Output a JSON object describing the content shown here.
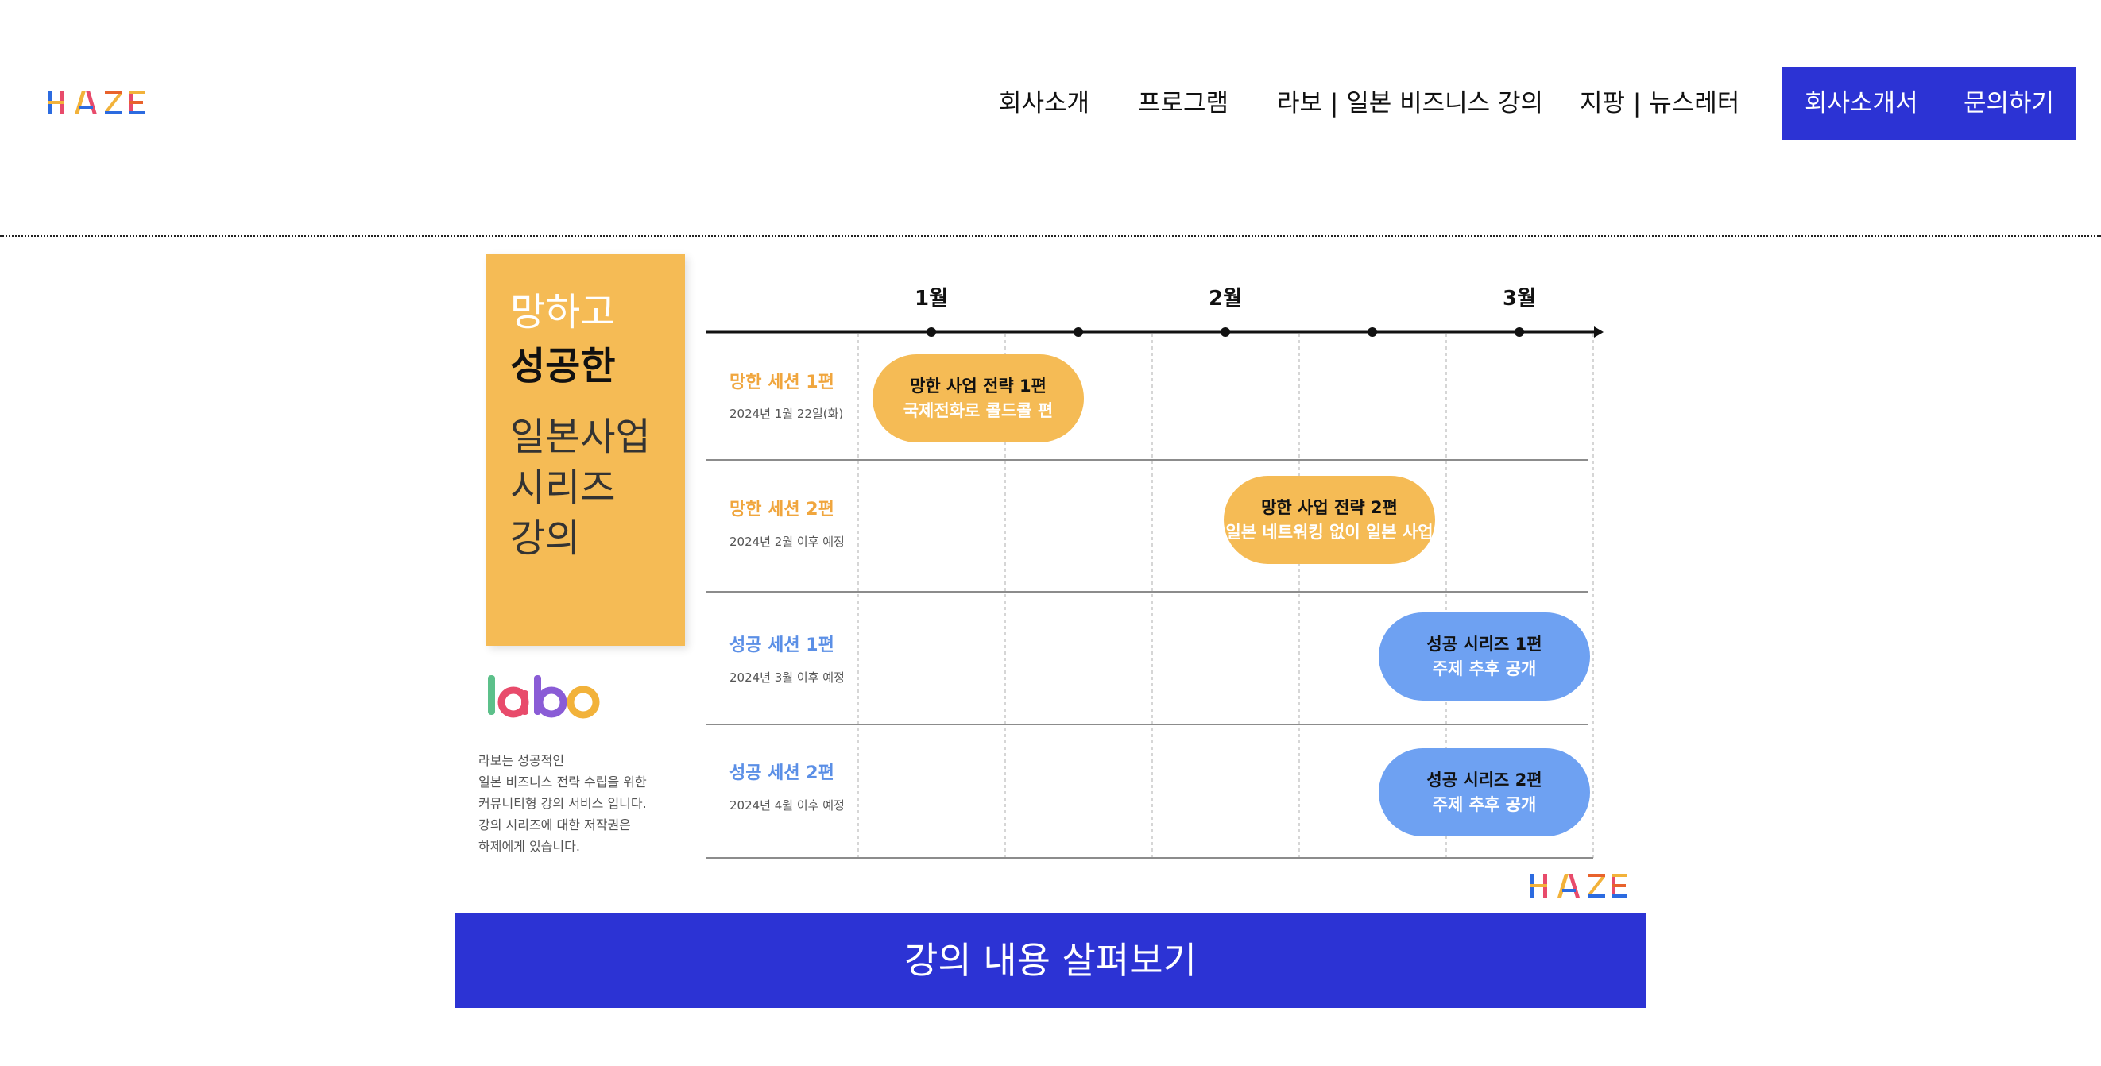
{
  "header": {
    "logo_text": "HAZE",
    "logo_colors": [
      "#2c6be0",
      "#e84b6b",
      "#f2b23a",
      "#e8622c"
    ],
    "nav": [
      "회사소개",
      "프로그램",
      "라보 | 일본 비즈니스 강의",
      "지팡 | 뉴스레터"
    ],
    "cta": [
      "회사소개서",
      "문의하기"
    ],
    "cta_color": "#2c33d4"
  },
  "banner": {
    "title_lines": [
      "망하고",
      "성공한",
      "일본사업",
      "시리즈",
      "강의"
    ],
    "title_box_color": "#f5bb55",
    "labo_text": "labo",
    "description": [
      "라보는 성공적인",
      "일본 비즈니스 전략 수립을 위한",
      "커뮤니티형 강의 서비스 입니다.",
      "강의 시리즈에 대한 저작권은",
      "하제에게 있습니다."
    ],
    "months": [
      "1월",
      "2월",
      "3월"
    ],
    "sessions": [
      {
        "label": "망한 세션 1편",
        "date": "2024년 1월 22일(화)",
        "pill_title": "망한 사업 전략 1편",
        "pill_sub": "국제전화로 콜드콜 편",
        "color": "orange"
      },
      {
        "label": "망한 세션 2편",
        "date": "2024년 2월 이후 예정",
        "pill_title": "망한 사업 전략 2편",
        "pill_sub": "일본 네트워킹 없이 일본 사업",
        "color": "orange"
      },
      {
        "label": "성공 세션 1편",
        "date": "2024년 3월 이후 예정",
        "pill_title": "성공 시리즈 1편",
        "pill_sub": "주제 추후 공개",
        "color": "blue"
      },
      {
        "label": "성공 세션 2편",
        "date": "2024년 4월 이후 예정",
        "pill_title": "성공 시리즈 2편",
        "pill_sub": "주제 추후 공개",
        "color": "blue"
      }
    ],
    "footer_logo": "HAZE"
  },
  "cta_bar": {
    "label": "강의 내용 살펴보기"
  }
}
